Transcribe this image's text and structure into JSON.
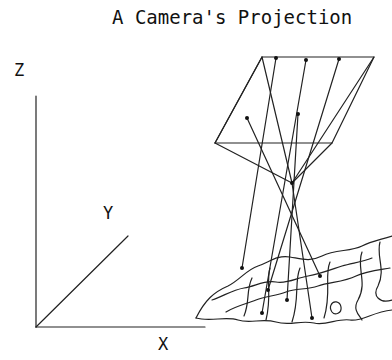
{
  "diagram": {
    "title": "A Camera's Projection",
    "labels": [
      "Z",
      "Y",
      "X"
    ]
  }
}
